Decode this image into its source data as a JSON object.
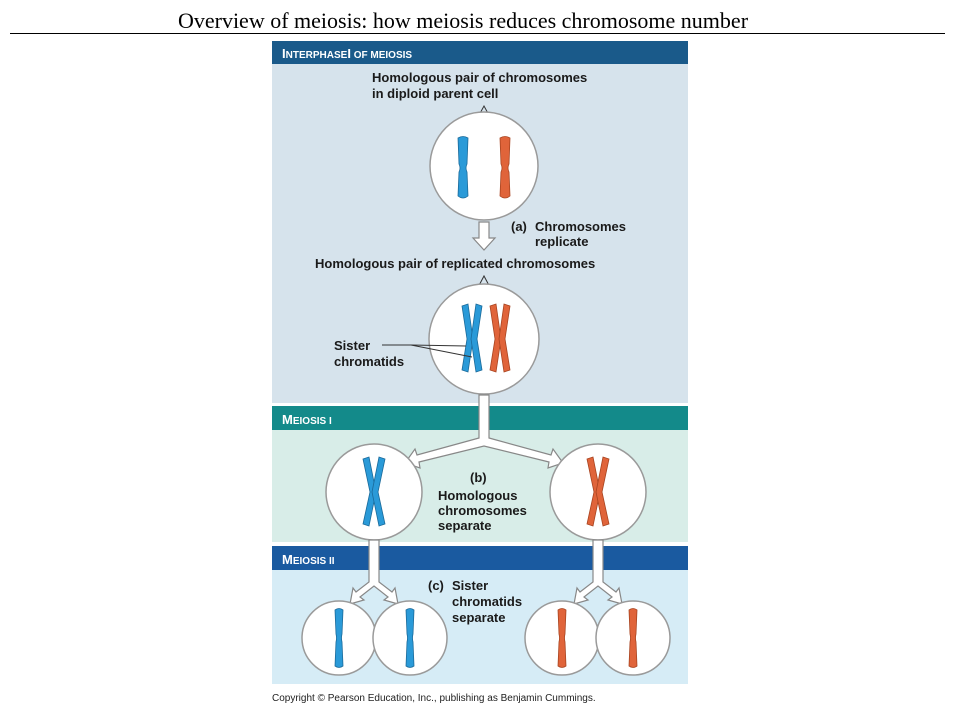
{
  "slide": {
    "title": "Overview of meiosis: how meiosis reduces chromosome number"
  },
  "panels": {
    "interphase": {
      "header_cap1": "I",
      "header_rest1": "NTERPHASE",
      "header_cap2": "I",
      "header_rest2": " OF MEIOSIS",
      "color": "#1a5a8a",
      "bg": "#d6e3ec"
    },
    "meiosis1": {
      "header_cap": "M",
      "header_rest": "EIOSIS I",
      "color": "#138a8a",
      "bg": "#d8ede8"
    },
    "meiosis2": {
      "header_cap": "M",
      "header_rest": "EIOSIS II",
      "color": "#1a5aa0",
      "bg": "#d6ecf6"
    }
  },
  "labels": {
    "homologous_pair_line1": "Homologous pair of chromosomes",
    "homologous_pair_line2": "in diploid parent cell",
    "step_a_letter": "(a)",
    "step_a_line1": "Chromosomes",
    "step_a_line2": "replicate",
    "replicated_pair": "Homologous pair of replicated chromosomes",
    "sister_line1": "Sister",
    "sister_line2": "chromatids",
    "step_b_letter": "(b)",
    "step_b_line1": "Homologous",
    "step_b_line2": "chromosomes",
    "step_b_line3": "separate",
    "step_c_letter": "(c)",
    "step_c_line1": "Sister",
    "step_c_line2": "chromatids",
    "step_c_line3": "separate"
  },
  "colors": {
    "chromosome_blue": "#2a9ad8",
    "chromosome_red": "#e0643a",
    "cell_fill": "#ffffff",
    "arrow_fill": "#ffffff",
    "arrow_stroke": "#888888"
  },
  "copyright": "Copyright © Pearson Education, Inc., publishing as Benjamin Cummings."
}
